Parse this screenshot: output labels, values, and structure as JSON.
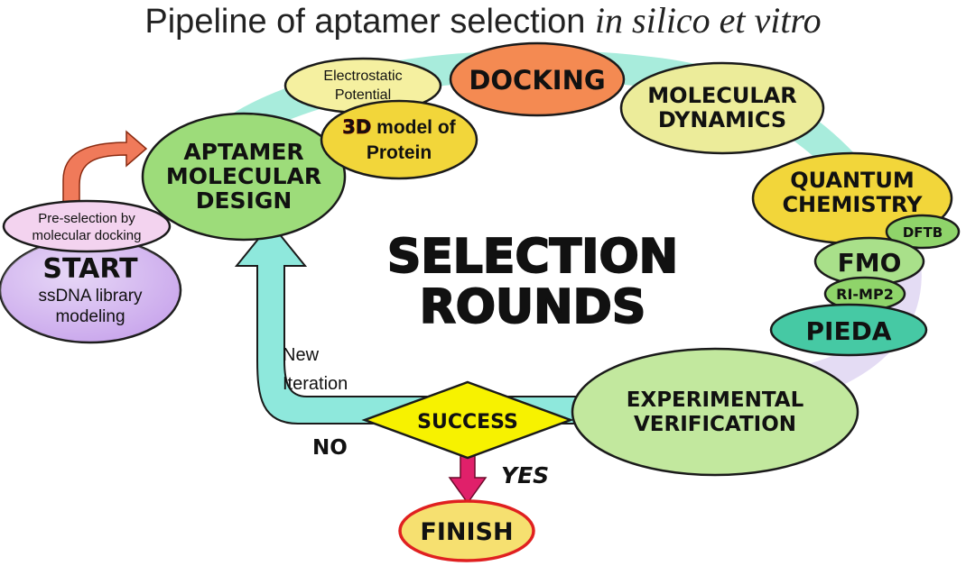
{
  "title": {
    "main": "Pipeline of aptamer selection ",
    "italic": "in silico et vitro"
  },
  "center_label": [
    "SELECTION",
    "ROUNDS"
  ],
  "nodes": {
    "start": {
      "lines": [
        "START",
        "ssDNA library",
        "modeling"
      ],
      "color": "#c9a6ec"
    },
    "preselection": {
      "lines": [
        "Pre-selection by",
        "molecular docking"
      ],
      "color": "#f3d3ef"
    },
    "aptamer_design": {
      "lines": [
        "APTAMER",
        "MOLECULAR",
        "DESIGN"
      ],
      "color": "#9ddc7a"
    },
    "electrostatic": {
      "lines": [
        "Electrostatic",
        "Potential"
      ],
      "color": "#f5f0a0"
    },
    "protein_model": {
      "prefix": "3D",
      "lines": [
        " model of",
        "Protein"
      ],
      "color": "#f2d63a"
    },
    "docking": {
      "label": "DOCKING",
      "color": "#f48a52"
    },
    "molecular_dynamics": {
      "lines": [
        "MOLECULAR",
        "DYNAMICS"
      ],
      "color": "#ecec9a"
    },
    "quantum_chemistry": {
      "lines": [
        "QUANTUM",
        "CHEMISTRY"
      ],
      "color": "#f2d63a"
    },
    "dftb": {
      "label": "DFTB",
      "color": "#8fd46a"
    },
    "fmo": {
      "label": "FMO",
      "color": "#a9e08a"
    },
    "rimp2": {
      "label": "RI-MP2",
      "color": "#8fd46a"
    },
    "pieda": {
      "label": "PIEDA",
      "color": "#46c9a4"
    },
    "experimental": {
      "lines": [
        "EXPERIMENTAL",
        "VERIFICATION"
      ],
      "color": "#c2e89e"
    },
    "success": {
      "label": "SUCCESS",
      "color": "#f7f200"
    },
    "finish": {
      "label": "FINISH",
      "color": "#f6e070",
      "border": "#e02020"
    }
  },
  "edges": {
    "new_iteration": [
      "New",
      "Iteration"
    ],
    "no": "NO",
    "yes": "YES"
  },
  "colors": {
    "ring": "#a8ecdc",
    "ring_lavender": "#e4dcf4",
    "arrow_teal": "#8ee8dc",
    "arrow_start": "#f07a5a",
    "arrow_yes": "#e0206a",
    "iteration_text": "#1a2a80",
    "yes_text": "#d01818"
  }
}
